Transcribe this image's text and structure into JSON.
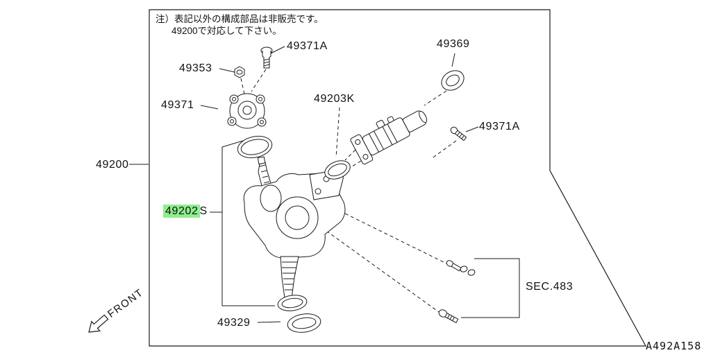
{
  "note": {
    "line1": "注）表記以外の構成部品は非販売です。",
    "line2": "49200で対応して下さい。"
  },
  "labels": {
    "bolt_top": "49371A",
    "seal_top_right": "49369",
    "nut": "49353",
    "cap": "49371",
    "oring_kit": "49203K",
    "bolt_right": "49371A",
    "assembly": "49200",
    "gear_number": "49202",
    "gear_suffix": "S",
    "section_ref": "SEC.483",
    "lower_seal": "49329",
    "front": "FRONT"
  },
  "code": "A492A158",
  "colors": {
    "highlight": "#8dee8d",
    "line": "#1a1a1a"
  }
}
